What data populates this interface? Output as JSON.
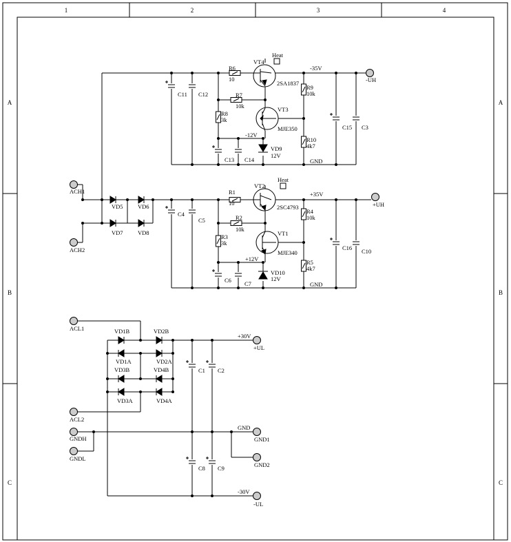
{
  "frame": {
    "columns": [
      "1",
      "2",
      "3",
      "4"
    ],
    "rows": [
      "A",
      "B",
      "C"
    ]
  },
  "negative_supply": {
    "transistors": {
      "vt4": "VT4",
      "vt3": "VT3",
      "vt4_part": "2SA1837",
      "vt3_part": "MJE350"
    },
    "resistors": {
      "r6": "R6",
      "r6_value": "10",
      "r7": "R7",
      "r7_value": "10k",
      "r8": "R8",
      "r8_value": "3k",
      "r9": "R9",
      "r9_value": "10k",
      "r10": "R10",
      "r10_value": "4k7"
    },
    "capacitors": {
      "c11": "C11",
      "c12": "C12",
      "c13": "C13",
      "c14": "C14",
      "c15": "C15",
      "c3": "C3"
    },
    "diode": "VD9",
    "diode_value": "12V",
    "heat": "Heat",
    "rail_voltage": "-35V",
    "ref_voltage": "-12V",
    "gnd": "GND",
    "output_terminal": "-UH"
  },
  "positive_supply": {
    "transistors": {
      "vt2": "VT2",
      "vt1": "VT1",
      "vt2_part": "2SC4793",
      "vt1_part": "MJE340"
    },
    "resistors": {
      "r1": "R1",
      "r1_value": "10",
      "r2": "R2",
      "r2_value": "10k",
      "r3": "R3",
      "r3_value": "3k",
      "r4": "R4",
      "r4_value": "10k",
      "r5": "R5",
      "r5_value": "4k7"
    },
    "capacitors": {
      "c4": "C4",
      "c5": "C5",
      "c6": "C6",
      "c7": "C7",
      "c16": "C16",
      "c10": "C10"
    },
    "diode": "VD10",
    "diode_value": "12V",
    "heat": "Heat",
    "rail_voltage": "+35V",
    "ref_voltage": "+12V",
    "gnd": "GND",
    "output_terminal": "+UH"
  },
  "high_rectifier": {
    "inputs": {
      "ach1": "ACH1",
      "ach2": "ACH2"
    },
    "diodes": {
      "vd5": "VD5",
      "vd6": "VD6",
      "vd7": "VD7",
      "vd8": "VD8"
    }
  },
  "low_supply": {
    "inputs": {
      "acl1": "ACL1",
      "acl2": "ACL2",
      "gndh": "GNDH",
      "gndl": "GNDL"
    },
    "diodes": {
      "vd1b": "VD1B",
      "vd1a": "VD1A",
      "vd2b": "VD2B",
      "vd2a": "VD2A",
      "vd3b": "VD3B",
      "vd3a": "VD3A",
      "vd4b": "VD4B",
      "vd4a": "VD4A"
    },
    "capacitors": {
      "c1": "C1",
      "c2": "C2",
      "c8": "C8",
      "c9": "C9"
    },
    "pos_voltage": "+30V",
    "pos_terminal": "+UL",
    "gnd": "GND",
    "gnd1": "GND1",
    "gnd2": "GND2",
    "neg_voltage": "-30V",
    "neg_terminal": "-UL"
  }
}
